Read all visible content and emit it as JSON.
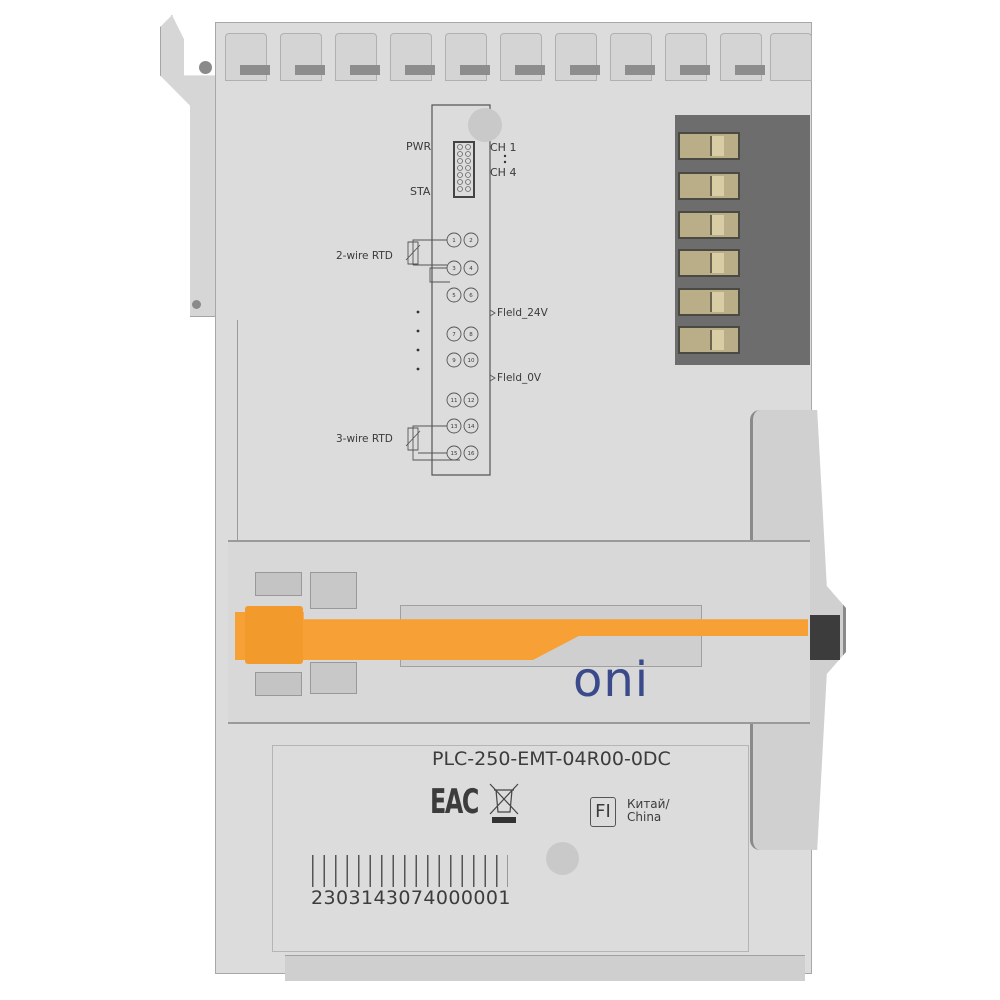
{
  "schematic": {
    "pwr": "PWR",
    "sta": "STA",
    "ch1": "CH 1",
    "ch4": "CH 4",
    "two_wire": "2-wire RTD",
    "three_wire": "3-wire RTD",
    "field_24v": "Fleld_24V",
    "field_0v": "Fleld_0V",
    "terminals": [
      "1",
      "2",
      "3",
      "4",
      "5",
      "6",
      "7",
      "8",
      "9",
      "10",
      "11",
      "12",
      "13",
      "14",
      "15",
      "16"
    ]
  },
  "brand": {
    "logo": "oni",
    "color": "#3a4a8a"
  },
  "slider_color": "#f7a035",
  "label": {
    "model": "PLC-250-EMT-04R00-0DC",
    "eac": "EAC",
    "origin_code": "FI",
    "origin_ru": "Китай/",
    "origin_en": "China",
    "serial": "2303143074000001"
  }
}
